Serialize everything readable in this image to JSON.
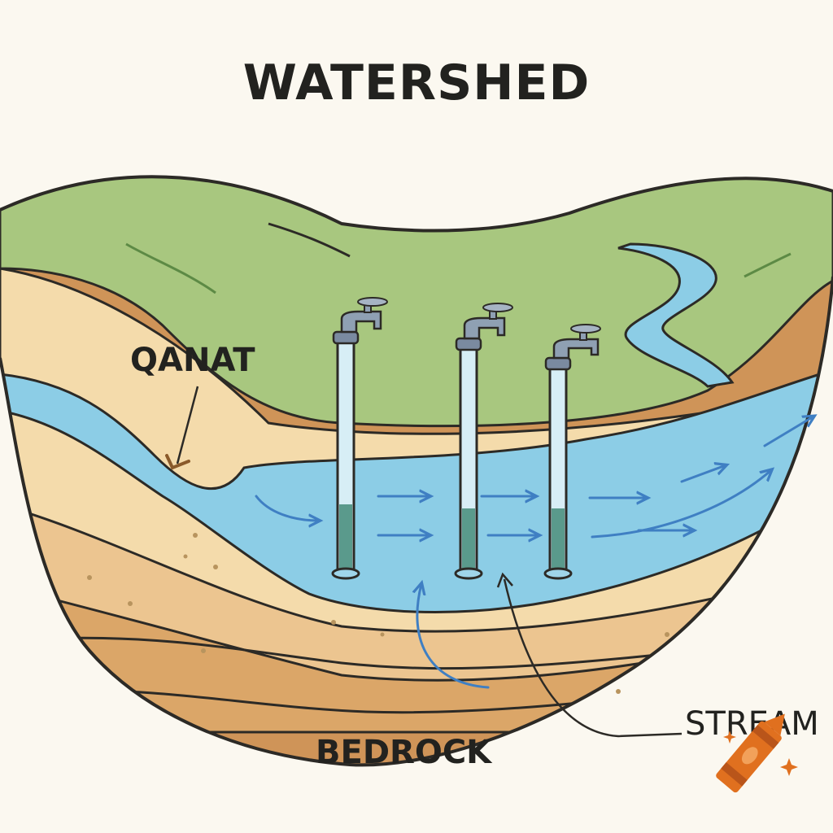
{
  "title": "WATERSHED",
  "labels": {
    "qanat": "QANAT",
    "stream": "STREAM",
    "bedrock": "BEDROCK"
  },
  "colors": {
    "background": "#fbf8f0",
    "hill": "#a8c77f",
    "soil_light": "#f4dbab",
    "soil_mid": "#ecc590",
    "soil_dark": "#d9a266",
    "bedrock": "#cf9458",
    "water": "#8ccde6",
    "water_arrow": "#3f7fc3",
    "outline": "#2c2a26",
    "crayon": "#e0701f"
  },
  "icons": [
    "faucet-icon",
    "crayon-icon",
    "sparkle-icon",
    "flow-arrow-icon"
  ]
}
